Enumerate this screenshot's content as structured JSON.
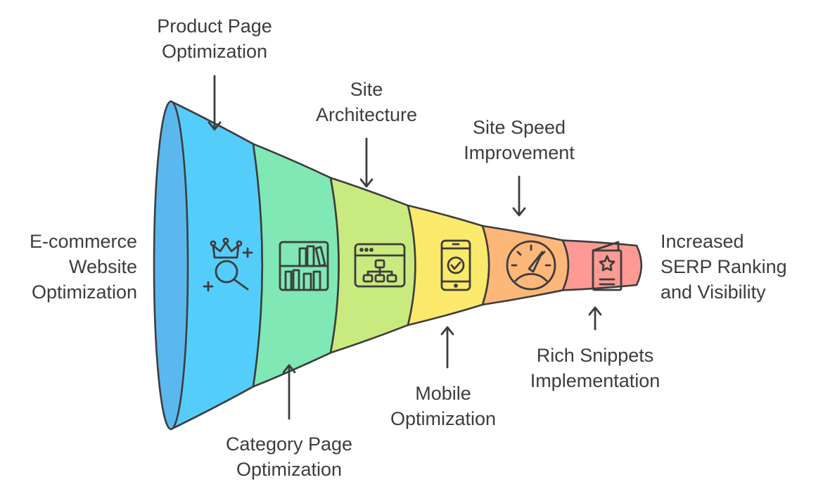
{
  "start_label": [
    "E-commerce",
    "Website",
    "Optimization"
  ],
  "end_label": [
    "Increased",
    "SERP Ranking",
    "and Visibility"
  ],
  "stages": [
    {
      "name": "product-page",
      "label": [
        "Product Page",
        "Optimization"
      ],
      "position": "top",
      "color": "#55cdfb",
      "icon": "crown-search-icon"
    },
    {
      "name": "category-page",
      "label": [
        "Category Page",
        "Optimization"
      ],
      "position": "bottom",
      "color": "#7fe8b4",
      "icon": "bookshelf-icon"
    },
    {
      "name": "site-architecture",
      "label": [
        "Site",
        "Architecture"
      ],
      "position": "top",
      "color": "#c9ea7f",
      "icon": "sitemap-window-icon"
    },
    {
      "name": "mobile-optimization",
      "label": [
        "Mobile",
        "Optimization"
      ],
      "position": "bottom",
      "color": "#fbe96b",
      "icon": "mobile-check-icon"
    },
    {
      "name": "site-speed",
      "label": [
        "Site Speed",
        "Improvement"
      ],
      "position": "top",
      "color": "#fdb779",
      "icon": "speedometer-icon"
    },
    {
      "name": "rich-snippets",
      "label": [
        "Rich Snippets",
        "Implementation"
      ],
      "position": "bottom",
      "color": "#fd9a94",
      "icon": "star-card-icon"
    }
  ],
  "colors": {
    "text": "#3d3d3d",
    "outline": "#3d3d3d",
    "mouth": "#5ab8ee"
  }
}
